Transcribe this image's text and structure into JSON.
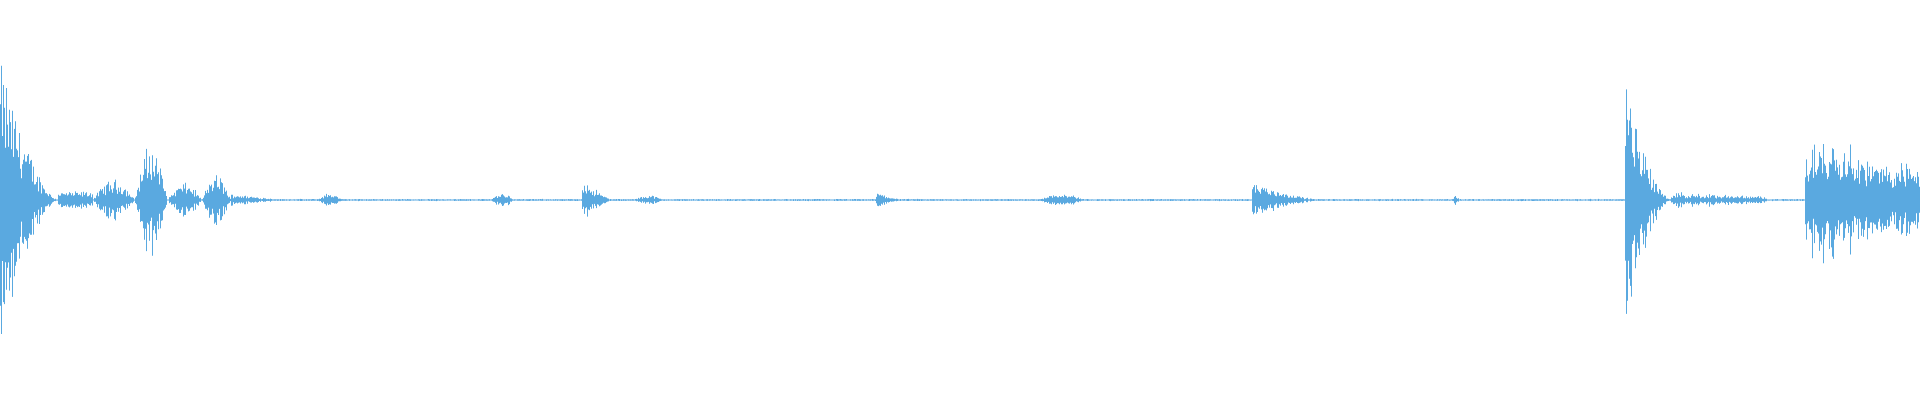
{
  "waveform": {
    "color": "#5aa9e0",
    "background": "#ffffff",
    "bursts": [
      {
        "start": 0.0,
        "end": 0.03,
        "amplitude": 0.82,
        "shape": "decay"
      },
      {
        "start": 0.03,
        "end": 0.048,
        "amplitude": 0.05,
        "shape": "flat"
      },
      {
        "start": 0.048,
        "end": 0.07,
        "amplitude": 0.12,
        "shape": "swell"
      },
      {
        "start": 0.07,
        "end": 0.087,
        "amplitude": 0.33,
        "shape": "swell"
      },
      {
        "start": 0.087,
        "end": 0.105,
        "amplitude": 0.1,
        "shape": "swell"
      },
      {
        "start": 0.105,
        "end": 0.12,
        "amplitude": 0.15,
        "shape": "swell"
      },
      {
        "start": 0.12,
        "end": 0.155,
        "amplitude": 0.04,
        "shape": "decay"
      },
      {
        "start": 0.165,
        "end": 0.178,
        "amplitude": 0.04,
        "shape": "swell"
      },
      {
        "start": 0.255,
        "end": 0.268,
        "amplitude": 0.04,
        "shape": "swell"
      },
      {
        "start": 0.303,
        "end": 0.32,
        "amplitude": 0.14,
        "shape": "decay"
      },
      {
        "start": 0.33,
        "end": 0.345,
        "amplitude": 0.03,
        "shape": "swell"
      },
      {
        "start": 0.456,
        "end": 0.472,
        "amplitude": 0.05,
        "shape": "decay"
      },
      {
        "start": 0.54,
        "end": 0.565,
        "amplitude": 0.04,
        "shape": "swell"
      },
      {
        "start": 0.652,
        "end": 0.69,
        "amplitude": 0.11,
        "shape": "decay"
      },
      {
        "start": 0.756,
        "end": 0.76,
        "amplitude": 0.03,
        "shape": "swell"
      },
      {
        "start": 0.846,
        "end": 0.87,
        "amplitude": 0.72,
        "shape": "decay"
      },
      {
        "start": 0.87,
        "end": 0.92,
        "amplitude": 0.05,
        "shape": "pulses"
      },
      {
        "start": 0.94,
        "end": 1.0,
        "amplitude": 0.4,
        "shape": "sustain"
      }
    ],
    "noise_floor": 0.006
  }
}
